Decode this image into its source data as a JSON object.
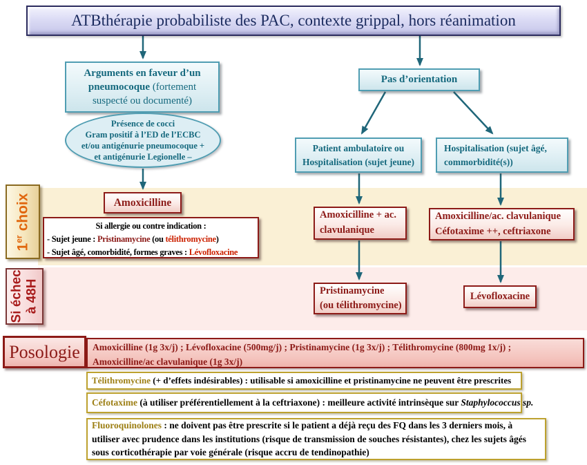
{
  "title": "ATBthérapie probabiliste des PAC, contexte grippal, hors réanimation",
  "colors": {
    "navy_text": "#1a2a5e",
    "teal_text": "#15697e",
    "teal_border": "#4f9db2",
    "dark_red": "#8c1a17",
    "bright_red": "#cc2200",
    "orange_label": "#e0660d",
    "gold_drug": "#9d7f15",
    "band_cream": "#faf0d5",
    "band_pink": "#fdecea"
  },
  "flow": {
    "pneumococcus_box": {
      "bold": "Arguments en faveur d’un pneumocoque",
      "normal": " (fortement suspecté ou documenté)"
    },
    "evidence_ellipse": {
      "lines": [
        "Présence de cocci",
        "Gram positif à l’ED de l’ECBC",
        "et/ou antigénurie pneumocoque +",
        "et antigénurie Legionelle –"
      ]
    },
    "no_orientation_box": "Pas d’orientation",
    "ambulatory_box": {
      "lines": [
        "Patient ambulatoire ou",
        "Hospitalisation (sujet jeune)"
      ]
    },
    "hospital_box": {
      "lines": [
        "Hospitalisation (sujet âgé,",
        "commorbidité(s))"
      ]
    }
  },
  "first_choice": {
    "label_number": "1",
    "label_sup": "er",
    "label_word": "choix",
    "amoxicillin": "Amoxicilline",
    "allergy": {
      "title": "Si allergie ou contre indication :",
      "young_prefix": "- Sujet jeune : ",
      "young_drug": "Pristinamycine",
      "young_mid": " (ou ",
      "young_drug2": "télithromycine",
      "young_suffix": ")",
      "old_prefix": "- Sujet âgé, comorbidité, formes graves : ",
      "old_drug": "Lévofloxacine"
    },
    "amox_clav": {
      "lines": [
        "Amoxicilline + ac.",
        "clavulanique"
      ]
    },
    "amox_clav_cefo": {
      "lines": [
        "Amoxicilline/ac. clavulanique",
        "Céfotaxime ++, ceftriaxone"
      ]
    }
  },
  "failure_48h": {
    "label_lines": [
      "Si échec",
      "à 48H"
    ],
    "pristinamycine": {
      "lines": [
        "Pristinamycine",
        "(ou télithromycine)"
      ]
    },
    "levofloxacine": "Lévofloxacine"
  },
  "posology": {
    "label": "Posologie",
    "lines": [
      "Amoxicilline (1g 3x/j) ; Lévofloxacine (500mg/j) ; Pristinamycine (1g 3x/j) ; Télithromycine (800mg 1x/j) ;",
      "Amoxicilline/ac clavulanique (1g 3x/j)"
    ]
  },
  "notes": {
    "telithromycine": {
      "drug": "Télithromycine",
      "text": " (+ d’effets indésirables) : utilisable si amoxicilline et pristinamycine ne peuvent être prescrites"
    },
    "cefotaxime": {
      "drug": "Céfotaxime",
      "text": " (à utiliser préférentiellement à la ceftriaxone) : meilleure activité intrinsèque sur ",
      "italic": "Staphylococcus sp."
    },
    "fluoroquinolones": {
      "drug": "Fluoroquinolones",
      "text": " : ne doivent pas être prescrite si le patient a déjà reçu des FQ dans les 3 derniers mois, à utiliser avec prudence dans les institutions (risque de transmission de souches résistantes), chez les sujets âgés sous corticothérapie par voie générale (risque accru de tendinopathie)"
    }
  }
}
